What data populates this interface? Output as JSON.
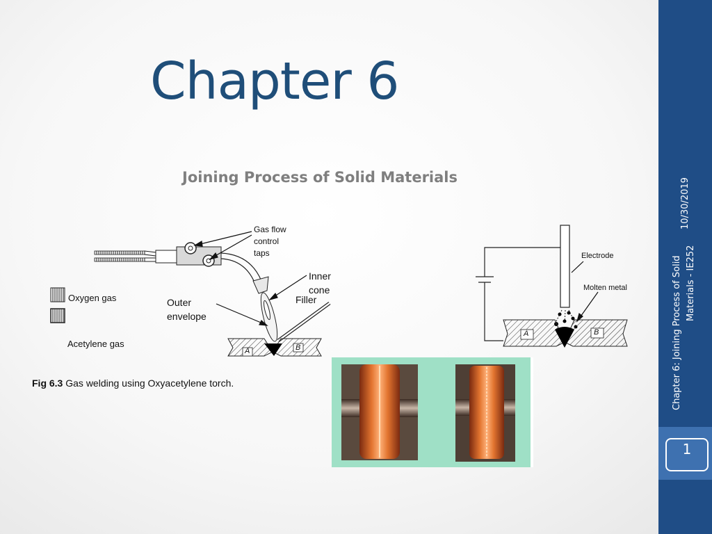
{
  "slide": {
    "title": "Chapter 6",
    "subtitle": "Joining Process of Solid Materials",
    "date": "10/30/2019",
    "footer_line1": "Chapter 6: Joining Process of Solid",
    "footer_line2": "Materials - IE252",
    "slide_number": "1"
  },
  "gas_figure": {
    "label_gas_flow": [
      "Gas flow",
      "control",
      "taps"
    ],
    "label_inner": [
      "Inner",
      "cone"
    ],
    "label_filler": "Filler",
    "label_outer": [
      "Outer",
      "envelope"
    ],
    "label_oxygen": "Oxygen gas",
    "label_acetylene": "Acetylene gas",
    "label_a": "A",
    "label_b": "B",
    "caption_bold": "Fig 6.3",
    "caption_text": " Gas welding using Oxyacetylene torch."
  },
  "arc_figure": {
    "label_electrode": "Electrode",
    "label_molten": "Molten metal",
    "label_a": "A",
    "label_b": "B"
  },
  "colors": {
    "title": "#1f4e79",
    "sidebar": "#1f4d86",
    "slide_box": "#3e71b0",
    "photo_bg": "#9fe0c6"
  }
}
